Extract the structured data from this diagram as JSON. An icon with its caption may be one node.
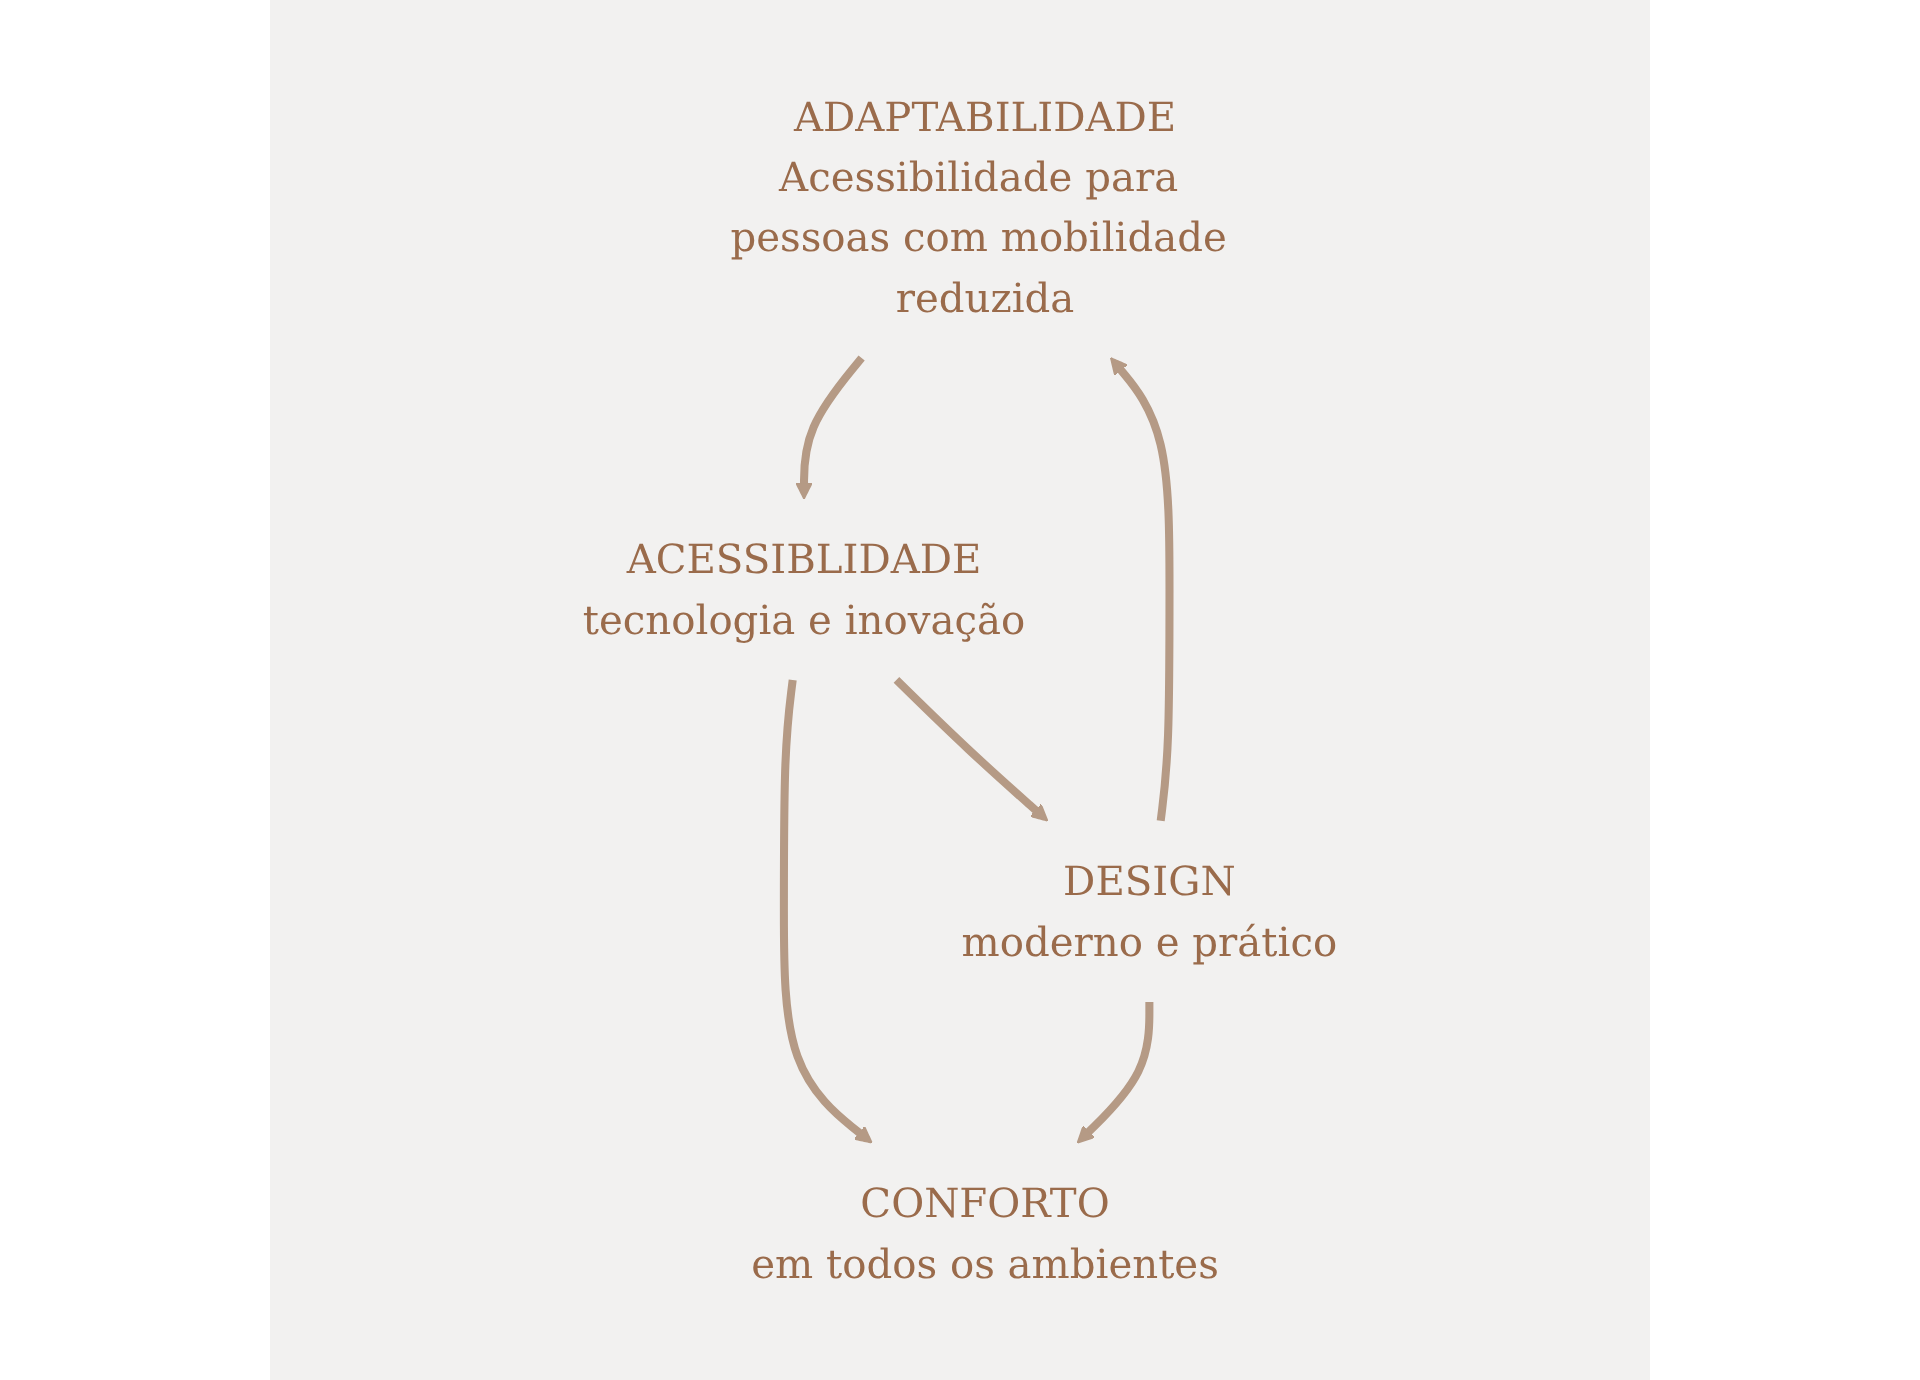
{
  "diagram": {
    "nodes": [
      {
        "text": [
          "ADAPTABILIDADE",
          "Acessibilidade para pessoas com mobilidade reduzida"
        ]
      },
      {
        "text": [
          "ACESSIBLIDADE",
          "tecnologia e inovação"
        ]
      },
      {
        "text": [
          "DESIGN",
          "moderno e prático"
        ]
      },
      {
        "text": [
          "CONFORTO",
          "em todos os ambientes"
        ]
      }
    ],
    "edges": [
      {
        "from": 0,
        "to": 1,
        "arrow": "to"
      },
      {
        "from": 1,
        "to": 2,
        "arrow": "to"
      },
      {
        "from": 1,
        "to": 3,
        "arrow": "to"
      },
      {
        "from": 2,
        "to": 0,
        "arrow": "to"
      },
      {
        "from": 2,
        "to": 3,
        "arrow": "to"
      }
    ]
  }
}
